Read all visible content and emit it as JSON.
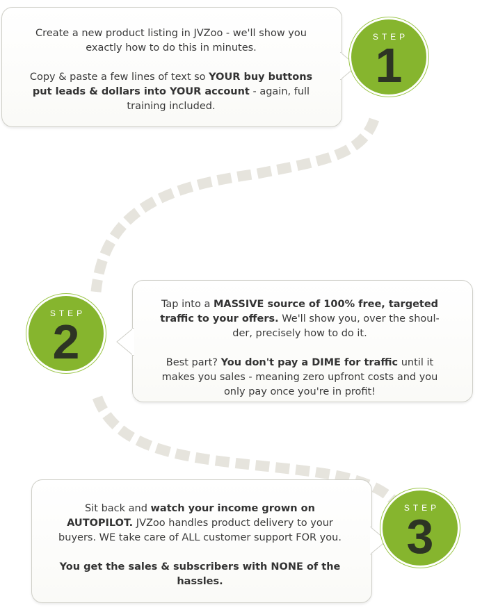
{
  "steps": [
    {
      "label": "STEP",
      "number": "1",
      "para1": [
        "Create a new product listing in JVZoo - we'll show you exactly how to do this in minutes."
      ],
      "para2": [
        "Copy & paste a few lines of text so ",
        "YOUR buy buttons put leads & dollars into YOUR account",
        " - again, full training included."
      ]
    },
    {
      "label": "STEP",
      "number": "2",
      "para1": [
        "Tap into a ",
        "MASSIVE source of 100% free, targeted traffic to your offers.",
        " We'll show you, over the shoul-der, precisely how to do it."
      ],
      "para2": [
        "Best part? ",
        "You don't pay a DIME for traffic",
        " until it makes you sales - meaning zero upfront costs and you only pay once you're in profit!"
      ]
    },
    {
      "label": "STEP",
      "number": "3",
      "para1": [
        "Sit back and ",
        "watch your income grown on AUTOPILOT.",
        " JVZoo handles product delivery to your buyers.  WE take care of ALL customer support FOR you."
      ],
      "para2": [
        "",
        "You get the sales & subscribers with NONE of the hassles.",
        ""
      ]
    }
  ],
  "colors": {
    "accent": "#86b52e",
    "number": "#2d3424",
    "path": "#e6e4dd"
  }
}
